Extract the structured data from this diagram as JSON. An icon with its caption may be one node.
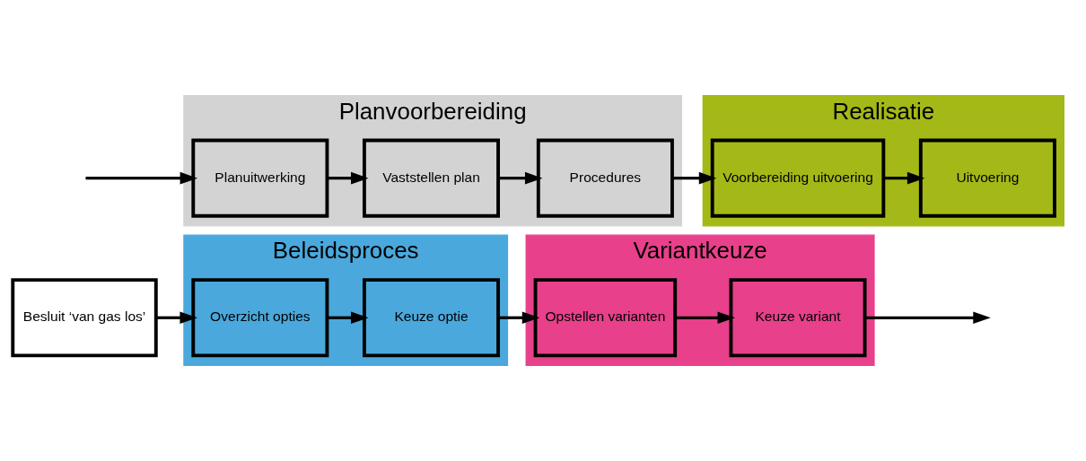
{
  "diagram": {
    "nodes": [
      {
        "text": [
          "Besluit ‘van gas los’"
        ]
      },
      {
        "text": [
          "Beleidsproces"
        ]
      },
      {
        "text": [
          "Overzicht opties"
        ],
        "in": 1
      },
      {
        "text": [
          "Keuze optie"
        ],
        "in": 1
      },
      {
        "text": [
          "Variantkeuze"
        ]
      },
      {
        "text": [
          "Opstellen varianten"
        ],
        "in": 4
      },
      {
        "text": [
          "Keuze variant"
        ],
        "in": 4
      },
      {
        "text": [
          "Planvoorbereiding"
        ]
      },
      {
        "text": [
          "Planuitwerking"
        ],
        "in": 7
      },
      {
        "text": [
          "Vaststellen plan"
        ],
        "in": 7
      },
      {
        "text": [
          "Procedures"
        ],
        "in": 7
      },
      {
        "text": [
          "Realisatie"
        ]
      },
      {
        "text": [
          "Voorbereiding uitvoering"
        ],
        "in": 11
      },
      {
        "text": [
          "Uitvoering"
        ],
        "in": 11
      }
    ],
    "edges": [
      {
        "from": 0,
        "to": 2,
        "arrow": "to"
      },
      {
        "from": 2,
        "to": 3,
        "arrow": "to"
      },
      {
        "from": 3,
        "to": 5,
        "arrow": "to"
      },
      {
        "from": 5,
        "to": 6,
        "arrow": "to"
      },
      {
        "from": 6,
        "to": null,
        "arrow": "to"
      },
      {
        "from": null,
        "to": 8,
        "arrow": "to"
      },
      {
        "from": 8,
        "to": 9,
        "arrow": "to"
      },
      {
        "from": 9,
        "to": 10,
        "arrow": "to"
      },
      {
        "from": 10,
        "to": 12,
        "arrow": "to"
      },
      {
        "from": 12,
        "to": 13,
        "arrow": "to"
      }
    ]
  }
}
